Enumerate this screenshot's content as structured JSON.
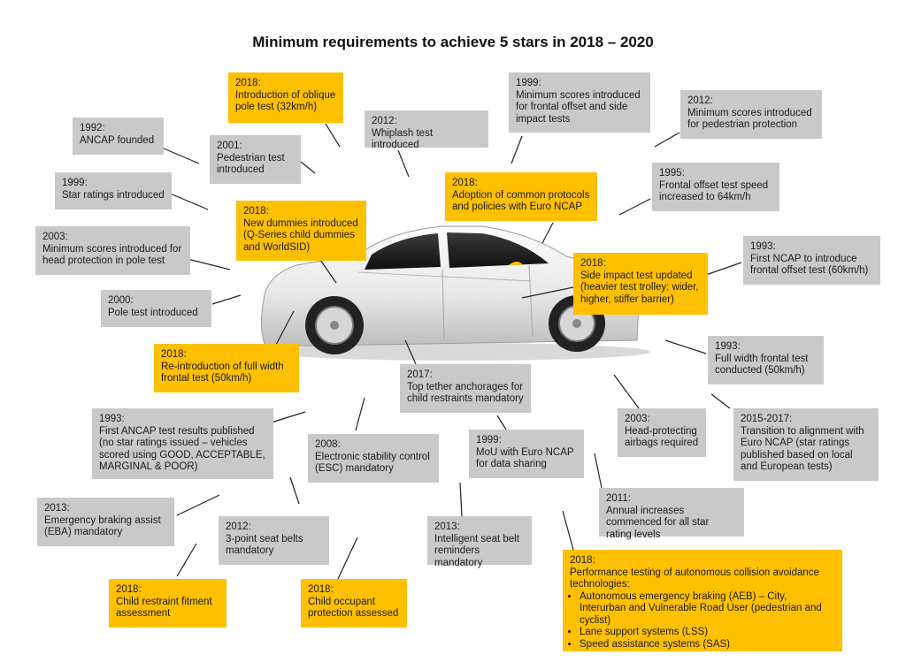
{
  "title": "Minimum requirements to achieve 5 stars in 2018 – 2020",
  "colors": {
    "grey_box": "#c9c9c9",
    "yellow_box": "#ffc000"
  },
  "milestones": {
    "m1992_ancap": {
      "year": "1992:",
      "text": "ANCAP founded"
    },
    "m1999_star": {
      "year": "1999:",
      "text": "Star ratings introduced"
    },
    "m2003_head": {
      "year": "2003:",
      "text": "Minimum scores introduced for head protection in pole test"
    },
    "m2000_pole": {
      "year": "2000:",
      "text": "Pole test introduced"
    },
    "m2018_fullwidth": {
      "year": "2018:",
      "text": "Re-introduction of full width frontal test (50km/h)"
    },
    "m1993_ancap": {
      "year": "1993:",
      "text": "First ANCAP test results published (no star ratings issued – vehicles scored using GOOD, ACCEPTABLE, MARGINAL & POOR)"
    },
    "m2013_eba": {
      "year": "2013:",
      "text": "Emergency braking assist (EBA) mandatory"
    },
    "m2018_child": {
      "year": "2018:",
      "text": "Child restraint fitment assessment"
    },
    "m2012_belts": {
      "year": "2012:",
      "text": "3-point seat belts mandatory"
    },
    "m2018_occupant": {
      "year": "2018:",
      "text": "Child occupant protection assessed"
    },
    "m2008_esc": {
      "year": "2008:",
      "text": "Electronic stability control (ESC) mandatory"
    },
    "m2001_ped": {
      "year": "2001:",
      "text": "Pedestrian test introduced"
    },
    "m2018_oblique": {
      "year": "2018:",
      "text": "Introduction of oblique pole test (32km/h)"
    },
    "m2018_dummies": {
      "year": "2018:",
      "text": "New dummies introduced (Q-Series child dummies and WorldSID)"
    },
    "m2012_whiplash": {
      "year": "2012:",
      "text": "Whiplash test introduced"
    },
    "m1999_frontal": {
      "year": "1999:",
      "text": "Minimum scores introduced for frontal offset and side impact tests"
    },
    "m2018_protocols": {
      "year": "2018:",
      "text": "Adoption of common protocols and policies with Euro NCAP"
    },
    "m2012_ped": {
      "year": "2012:",
      "text": "Minimum scores introduced for pedestrian protection"
    },
    "m1995_speed": {
      "year": "1995:",
      "text": "Frontal offset test speed increased to 64km/h"
    },
    "m1993_ncap": {
      "year": "1993:",
      "text": "First NCAP to introduce frontal offset test (60km/h)"
    },
    "m2018_side": {
      "year": "2018:",
      "text": "Side impact test updated (heavier test trolley; wider, higher, stiffer barrier)"
    },
    "m1993_fullwidth": {
      "year": "1993:",
      "text": "Full width frontal test conducted (50km/h)"
    },
    "m2017_tether": {
      "year": "2017:",
      "text": "Top tether anchorages for child restraints mandatory"
    },
    "m2003_airbags": {
      "year": "2003:",
      "text": "Head-protecting airbags required"
    },
    "m2015_euro": {
      "year": "2015-2017:",
      "text": "Transition to alignment with Euro NCAP (star ratings published based on local and European tests)"
    },
    "m1999_mou": {
      "year": "1999:",
      "text": "MoU with Euro NCAP for data sharing"
    },
    "m2011_annual": {
      "year": "2011:",
      "text": "Annual increases commenced for all star rating levels"
    },
    "m2013_belt": {
      "year": "2013:",
      "text": "Intelligent seat belt reminders mandatory"
    },
    "m2018_aeb": {
      "year": "2018:",
      "text": "Performance testing of autonomous collision avoidance technologies:",
      "bullets": [
        "Autonomous emergency braking (AEB) – City, Interurban and Vulnerable Road User (pedestrian and cyclist)",
        "Lane support systems (LSS)",
        "Speed assistance systems (SAS)"
      ]
    }
  }
}
